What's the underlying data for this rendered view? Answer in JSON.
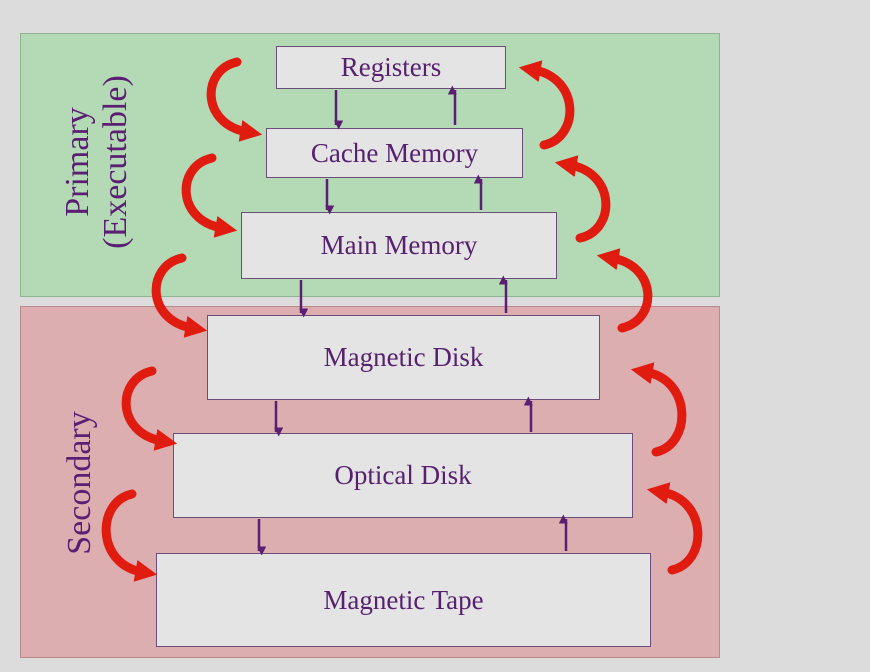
{
  "primary_label": {
    "line1": "Primary",
    "line2": "(Executable)"
  },
  "secondary_label": "Secondary",
  "levels": [
    {
      "label": "Registers"
    },
    {
      "label": "Cache Memory"
    },
    {
      "label": "Main Memory"
    },
    {
      "label": "Magnetic Disk"
    },
    {
      "label": "Optical Disk"
    },
    {
      "label": "Magnetic Tape"
    }
  ],
  "colors": {
    "primary_region": "#b3dab5",
    "secondary_region": "#dcaeb0",
    "text": "#57216f",
    "arrow_dark": "#5a1f73",
    "curved_arrow": "#e01b10"
  }
}
